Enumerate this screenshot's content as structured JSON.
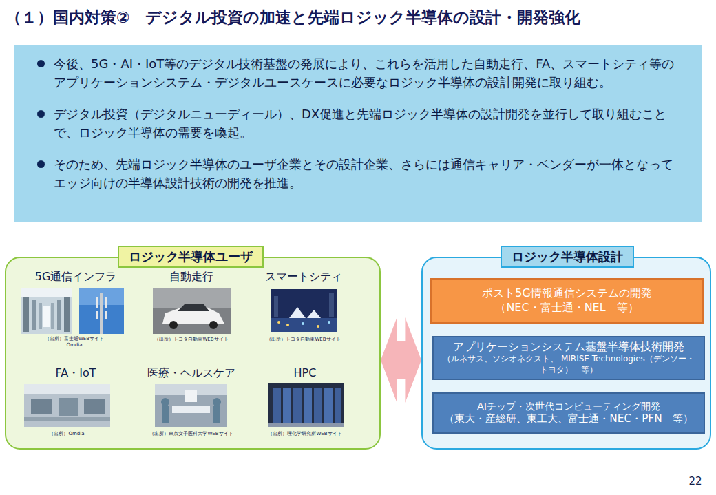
{
  "diagram": {
    "title": "（１）国内対策②　デジタル投資の加速と先端ロジック半導体の設計・開発強化",
    "nodes": [
      {
        "text": [
          "今後、5G・AI・IoT等のデジタル技術基盤の発展により、これらを活用した自動走行、FA、スマートシティ等のアプリケーションシステム・デジタルユースケースに必要なロジック半導体の設計開発に取り組む。",
          "デジタル投資（デジタルニューディール）、DX促進と先端ロジック半導体の設計開発を並行して取り組むことで、ロジック半導体の需要を喚起。",
          "そのため、先端ロジック半導体のユーザ企業とその設計企業、さらには通信キャリア・ベンダーが一体となってエッジ向けの半導体設計技術の開発を推進。"
        ]
      },
      {
        "text": [
          "ロジック半導体ユーザ"
        ]
      },
      {
        "text": [
          "ロジック半導体設計"
        ]
      },
      {
        "text": [
          "ポスト5G情報通信システムの開発",
          "（NEC・富士通・NEL　等）"
        ],
        "in": 2
      },
      {
        "text": [
          "アプリケーションシステム基盤半導体技術開発",
          "（ルネサス、ソシオネクスト、 MIRISE Technologies（デンソー・トヨタ）　等）"
        ],
        "in": 2
      },
      {
        "text": [
          "AIチップ・次世代コンピューティング開発",
          "（東大・産総研、東工大、富士通・NEC・PFN　等）"
        ],
        "in": 2
      }
    ],
    "edges": [
      {
        "from": 1,
        "to": 2,
        "arrow": "both"
      }
    ],
    "labels": [
      "5G通信インフラ",
      "（出所）富士通WEBサイト Omdia",
      "自動走行",
      "（出所）トヨタ自動車WEBサイト",
      "スマートシティ",
      "（出所）トヨタ自動車WEBサイト",
      "FA・IoT",
      "（出所）Omdia",
      "医療・ヘルスケア",
      "（出所）東京女子医科大学WEBサイト",
      "HPC",
      "（出所）理化学研究所WEBサイト",
      "22"
    ]
  }
}
